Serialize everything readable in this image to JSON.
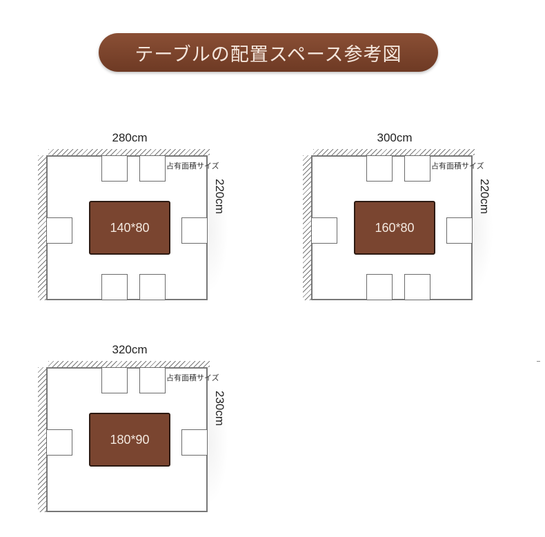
{
  "title": "テーブルの配置スペース参考図",
  "plans": [
    {
      "width": "280cm",
      "depth": "220cm",
      "table": "140*80",
      "occupied_label": "占有面積サイズ"
    },
    {
      "width": "300cm",
      "depth": "220cm",
      "table": "160*80",
      "occupied_label": "占有面積サイズ"
    },
    {
      "width": "320cm",
      "depth": "230cm",
      "table": "180*90",
      "occupied_label": "占有面積サイズ"
    }
  ],
  "colors": {
    "banner": "#7a4530",
    "table": "#7a4530",
    "wall": "#777777"
  }
}
